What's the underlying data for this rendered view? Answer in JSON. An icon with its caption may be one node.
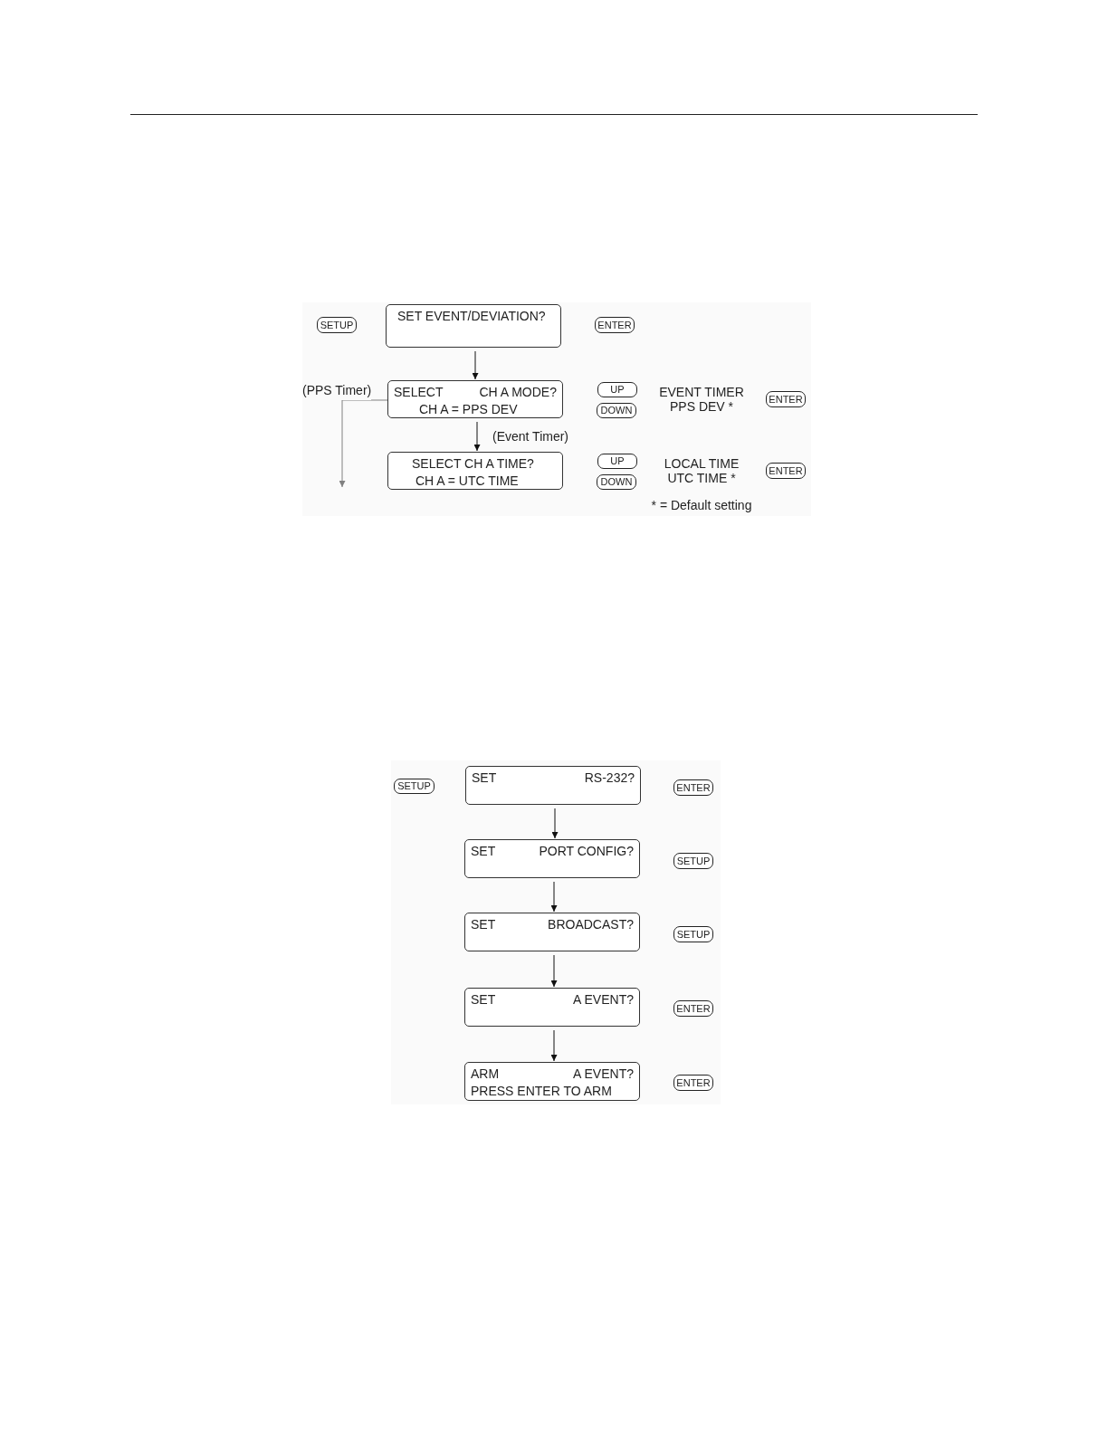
{
  "diagram": {
    "nodes": [
      {
        "text": [
          "SETUP"
        ]
      },
      {
        "text": [
          "SET EVENT/DEVIATION?"
        ]
      },
      {
        "text": [
          "ENTER"
        ]
      },
      {
        "text": [
          "SELECT",
          "CH A MODE?",
          "CH A = PPS DEV"
        ]
      },
      {
        "text": [
          "UP"
        ]
      },
      {
        "text": [
          "DOWN"
        ]
      },
      {
        "text": [
          "ENTER"
        ]
      },
      {
        "text": [
          "SELECT CH A TIME?",
          "CH A = UTC TIME"
        ]
      },
      {
        "text": [
          "UP"
        ]
      },
      {
        "text": [
          "DOWN"
        ]
      },
      {
        "text": [
          "ENTER"
        ]
      },
      {
        "text": [
          "SETUP"
        ]
      },
      {
        "text": [
          "SET",
          "RS-232?"
        ]
      },
      {
        "text": [
          "ENTER"
        ]
      },
      {
        "text": [
          "SET",
          "PORT CONFIG?"
        ]
      },
      {
        "text": [
          "SETUP"
        ]
      },
      {
        "text": [
          "SET",
          "BROADCAST?"
        ]
      },
      {
        "text": [
          "SETUP"
        ]
      },
      {
        "text": [
          "SET",
          "A EVENT?"
        ]
      },
      {
        "text": [
          "ENTER"
        ]
      },
      {
        "text": [
          "ARM",
          "A EVENT?",
          "PRESS ENTER TO ARM"
        ]
      },
      {
        "text": [
          "ENTER"
        ]
      }
    ],
    "edges": [
      {
        "from": 1,
        "to": 3,
        "arrow": "to"
      },
      {
        "from": 3,
        "to": 7,
        "arrow": "to",
        "label": "(Event Timer)"
      },
      {
        "from": 3,
        "to": null,
        "arrow": "to",
        "label": "(PPS Timer)",
        "color": "#808080"
      },
      {
        "from": 12,
        "to": 14,
        "arrow": "to"
      },
      {
        "from": 14,
        "to": 16,
        "arrow": "to"
      },
      {
        "from": 16,
        "to": 18,
        "arrow": "to"
      },
      {
        "from": 18,
        "to": 20,
        "arrow": "to"
      }
    ],
    "labels": [
      "EVENT TIMER",
      "PPS DEV *",
      "LOCAL TIME",
      "UTC TIME *",
      "* = Default setting"
    ]
  }
}
